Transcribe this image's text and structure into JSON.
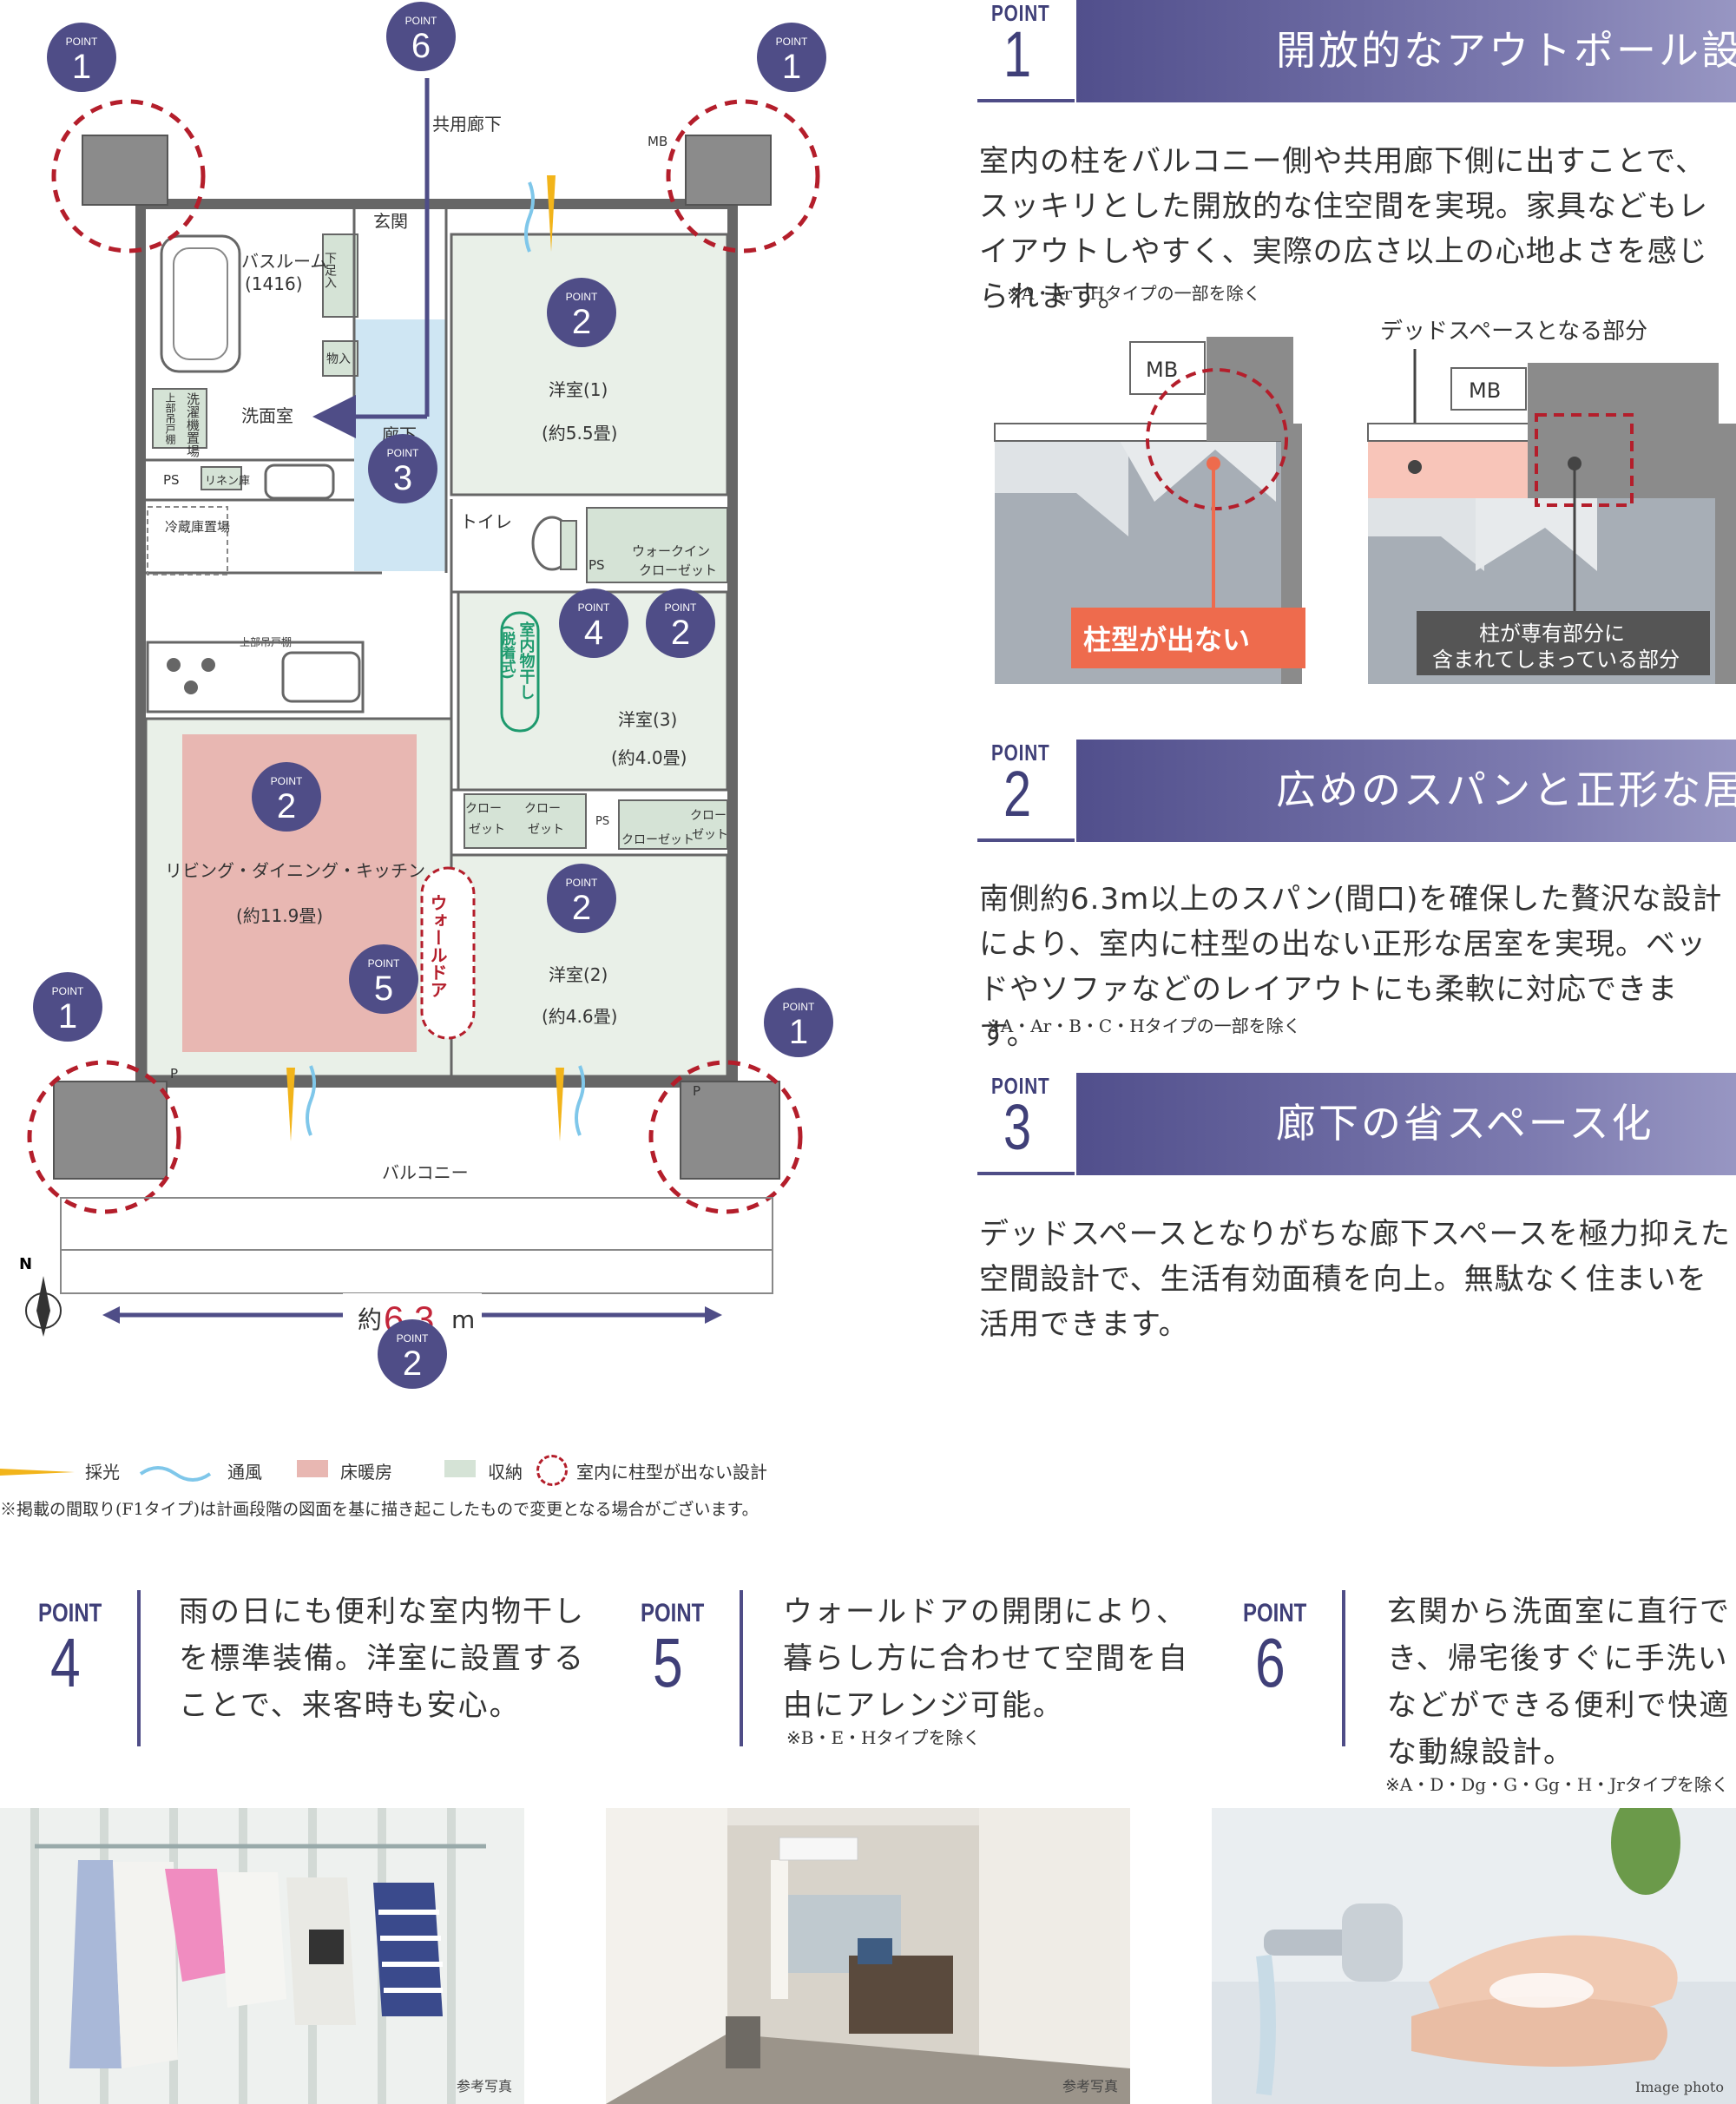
{
  "plan": {
    "common_corridor": "共用廊下",
    "mb": "MB",
    "entrance": "玄関",
    "bathroom": "バスルーム",
    "bathroom_size": "(1416)",
    "shoe_storage": "下足入",
    "storage": "物入",
    "washroom": "洗面室",
    "hall": "廊下",
    "toilet": "トイレ",
    "upper_cabinet": "上部吊戸棚",
    "upper_cabinet_kitchen": "上部吊戸棚",
    "washer_area": "洗濯機置場",
    "ps": "PS",
    "linen": "リネン庫",
    "fridge": "冷蔵庫置場",
    "walkin": "ウォークイン",
    "walkin2": "クローゼット",
    "west1_name": "洋室(1)",
    "west1_size": "(約5.5畳)",
    "west3_name": "洋室(3)",
    "west3_size": "(約4.0畳)",
    "west2_name": "洋室(2)",
    "west2_size": "(約4.6畳)",
    "indoor_drying": "室内物干し",
    "indoor_drying_sub": "(脱着式)",
    "closet_a": "クロー",
    "closet_b": "ゼット",
    "closet_full": "クローゼット",
    "ldk_name": "リビング・ダイニング・キッチン",
    "ldk_size": "(約11.9畳)",
    "wall_door": "ウォールドア",
    "balcony": "バルコニー",
    "p": "P",
    "span_prefix": "約",
    "span_value": "6.3",
    "span_unit": "m",
    "north": "N",
    "point_word": "POINT",
    "markers": [
      "1",
      "6",
      "1",
      "2",
      "3",
      "4",
      "2",
      "2",
      "2",
      "5",
      "1",
      "1",
      "2"
    ]
  },
  "legend": {
    "light": "採光",
    "ventilation": "通風",
    "floor_heating": "床暖房",
    "storage": "収納",
    "no_pillar": "室内に柱型が出ない設計",
    "footnote": "※掲載の間取り(F1タイプ)は計画段階の図面を基に描き起こしたもので変更となる場合がございます。"
  },
  "points": [
    {
      "word": "POINT",
      "number": "1",
      "title": "開放的なアウトポール設計",
      "body": "室内の柱をバルコニー側や共用廊下側に出すことで、スッキリとした開放的な住空間を実現。家具などもレイアウトしやすく、実際の広さ以上の心地よさを感じられます。",
      "note": "※A・Ar・Hタイプの一部を除く"
    },
    {
      "word": "POINT",
      "number": "2",
      "title": "広めのスパンと正形な居室",
      "body": "南側約6.3m以上のスパン(間口)を確保した贅沢な設計により、室内に柱型の出ない正形な居室を実現。ベッドやソファなどのレイアウトにも柔軟に対応できます。",
      "note": "※A・Ar・B・C・Hタイプの一部を除く"
    },
    {
      "word": "POINT",
      "number": "3",
      "title": "廊下の省スペース化",
      "body": "デッドスペースとなりがちな廊下スペースを極力抑えた空間設計で、生活有効面積を向上。無駄なく住まいを活用できます。",
      "note": ""
    }
  ],
  "diagram": {
    "mb": "MB",
    "dead_space": "デッドスペースとなる部分",
    "no_pillar_badge": "柱型が出ない",
    "pillar_badge_1": "柱が専有部分に",
    "pillar_badge_2": "含まれてしまっている部分"
  },
  "bottom_points": [
    {
      "word": "POINT",
      "number": "4",
      "text": "雨の日にも便利な室内物干しを標準装備。洋室に設置することで、来客時も安心。",
      "note": "",
      "caption": "参考写真"
    },
    {
      "word": "POINT",
      "number": "5",
      "text": "ウォールドアの開閉により、暮らし方に合わせて空間を自由にアレンジ可能。",
      "note": "※B・E・Hタイプを除く",
      "caption": "参考写真"
    },
    {
      "word": "POINT",
      "number": "6",
      "text": "玄関から洗面室に直行でき、帰宅後すぐに手洗いなどができる便利で快適な動線設計。",
      "note": "※A・D・Dg・G・Gg・H・Jrタイプを除く",
      "caption": "Image photo"
    }
  ],
  "colors": {
    "point_circle": "#4f4d87",
    "floor_heating": "#e8b7b2",
    "storage": "#d5e3d6",
    "room_fill": "#e9f0e8",
    "hall_blue": "#cfe6f3",
    "dashed_red": "#b41e2b",
    "light_yellow": "#f2b41a",
    "wind_blue": "#7fc7ea",
    "badge_orange": "#ee6b4d",
    "badge_gray": "#555555"
  }
}
